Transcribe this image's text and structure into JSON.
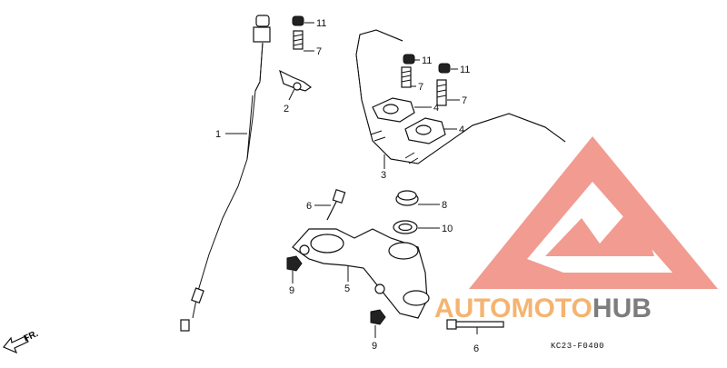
{
  "callouts": [
    {
      "id": "c1",
      "text": "1"
    },
    {
      "id": "c2",
      "text": "2"
    },
    {
      "id": "c3",
      "text": "3"
    },
    {
      "id": "c4a",
      "text": "4"
    },
    {
      "id": "c4b",
      "text": "4"
    },
    {
      "id": "c5",
      "text": "5"
    },
    {
      "id": "c6a",
      "text": "6"
    },
    {
      "id": "c6b",
      "text": "6"
    },
    {
      "id": "c7a",
      "text": "7"
    },
    {
      "id": "c7b",
      "text": "7"
    },
    {
      "id": "c7c",
      "text": "7"
    },
    {
      "id": "c8",
      "text": "8"
    },
    {
      "id": "c9a",
      "text": "9"
    },
    {
      "id": "c9b",
      "text": "9"
    },
    {
      "id": "c10",
      "text": "10"
    },
    {
      "id": "c11a",
      "text": "11"
    },
    {
      "id": "c11b",
      "text": "11"
    },
    {
      "id": "c11c",
      "text": "11"
    }
  ],
  "front_arrow_label": "FR.",
  "figure_code": "KC23-F0400",
  "watermark": {
    "word_part1": "AUTOMOTO",
    "word_part2": "HUB",
    "color_red": "#f08a7e",
    "color_orange": "#f4b470",
    "color_gray": "#7d7d7d"
  }
}
